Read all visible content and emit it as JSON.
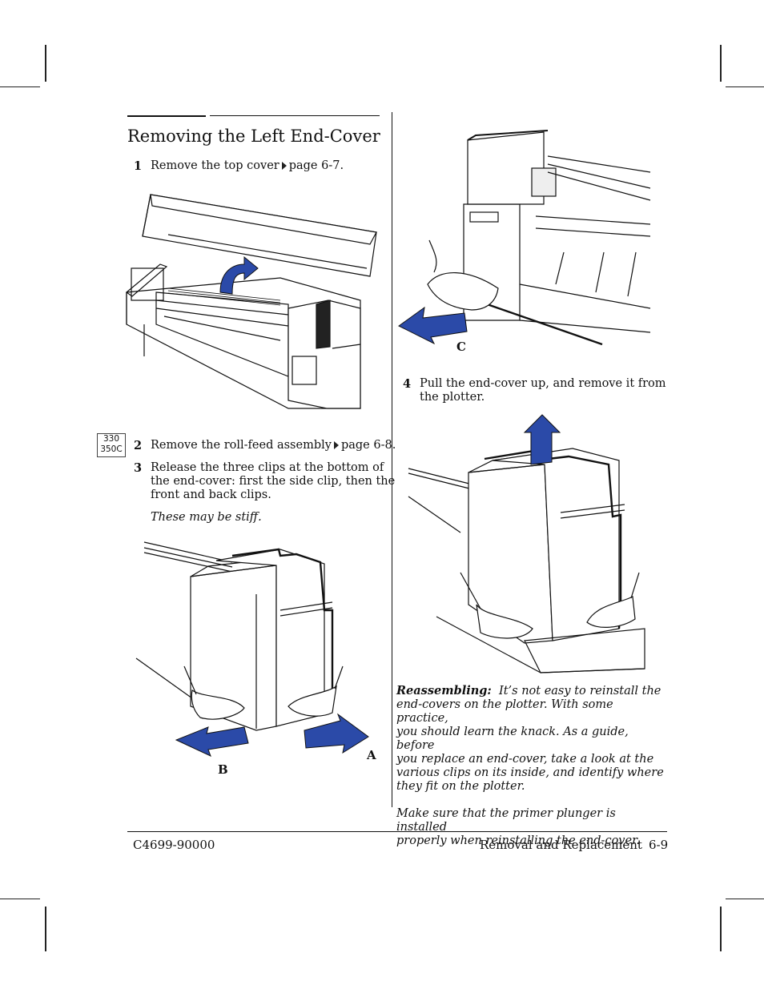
{
  "section": {
    "title": "Removing the Left End-Cover"
  },
  "steps": [
    {
      "num": "1",
      "text_before": "Remove the top cover",
      "text_after": "page 6-7."
    },
    {
      "num": "2",
      "text_before": "Remove the roll-feed assembly",
      "text_after": "page 6-8."
    },
    {
      "num": "3",
      "line1": "Release the three clips at the bottom of",
      "line2": "the end-cover: first the side clip, then the",
      "line3": "front and back clips."
    },
    {
      "num": "4",
      "line1": "Pull the end-cover up, and remove it from",
      "line2": "the plotter."
    }
  ],
  "stiff_note": "These may be stiff.",
  "badge": {
    "line1": "330",
    "line2": "350C"
  },
  "figure_labels": {
    "a": "A",
    "b": "B",
    "c": "C"
  },
  "reassembling": {
    "label": "Reassembling:",
    "lines": [
      "It’s not easy to reinstall the",
      "end-covers on the plotter.  With some practice,",
      "you should learn the knack.  As a guide, before",
      "you replace an end-cover, take a look at the",
      "various clips on its inside, and identify where",
      "they fit on the plotter."
    ],
    "primer_lines": [
      "Make sure that the primer plunger is installed",
      "properly when reinstalling the end-cover."
    ]
  },
  "footer": {
    "doc_number": "C4699-90000",
    "section_name": "Removal and Replacement",
    "page": "6-9"
  },
  "colors": {
    "arrow_blue": "#2b4aa8",
    "line": "#111111"
  }
}
